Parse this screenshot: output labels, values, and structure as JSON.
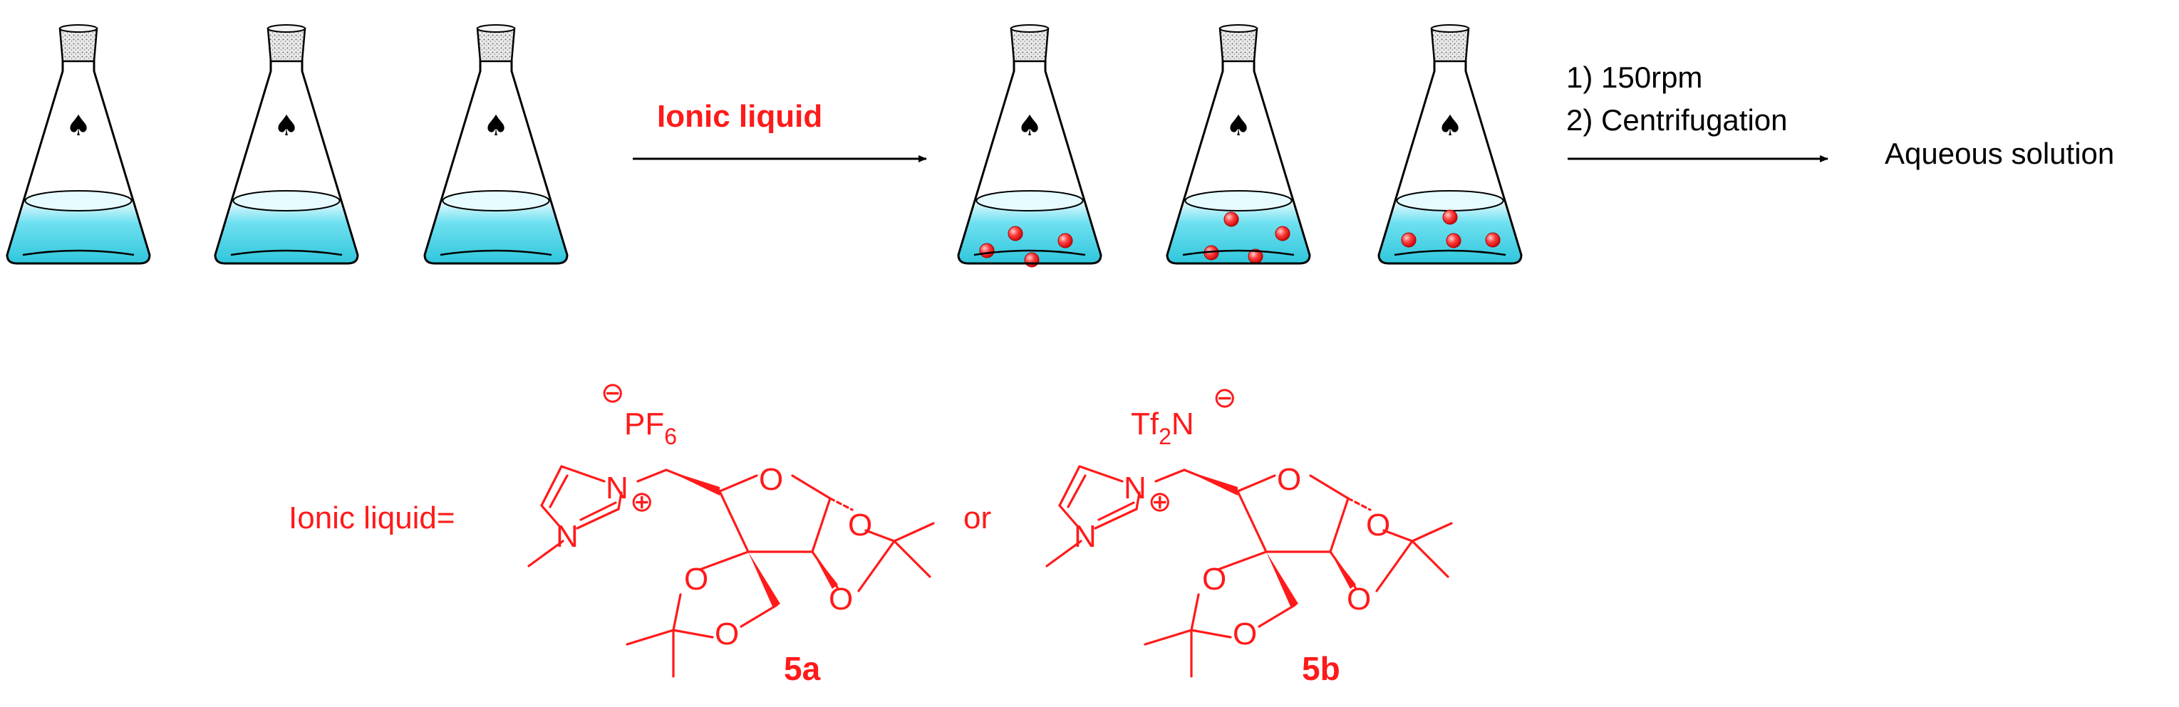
{
  "scheme": {
    "step1_reagent": "Ionic liquid",
    "step2_conditions": [
      "1) 150rpm",
      "2) Centrifugation"
    ],
    "product": "Aqueous solution",
    "flask_symbol": "♠"
  },
  "structures": {
    "prefix": "Ionic liquid=",
    "connector": "or",
    "left": {
      "compound_label": "5a",
      "anion_charge": "⊖",
      "anion": "PF",
      "anion_subscript": "6",
      "cation_charge": "⊕",
      "atoms": {
        "N1": "N",
        "N2": "N",
        "O1": "O",
        "O2": "O",
        "O3": "O",
        "O4": "O",
        "O5": "O"
      }
    },
    "right": {
      "compound_label": "5b",
      "anion_charge": "⊖",
      "anion_prefix": "Tf",
      "anion_subscript": "2",
      "anion_suffix": "N",
      "cation_charge": "⊕",
      "atoms": {
        "N1": "N",
        "N2": "N",
        "O1": "O",
        "O2": "O",
        "O3": "O",
        "O4": "O",
        "O5": "O"
      }
    }
  },
  "colors": {
    "structure": "#ff1a1a",
    "liquid": "#5fdcee",
    "droplet": "#ff3030",
    "ink": "#000000"
  }
}
